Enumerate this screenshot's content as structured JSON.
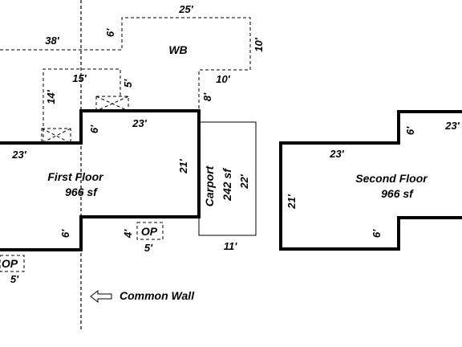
{
  "plan": {
    "first_floor": {
      "name": "First Floor",
      "area": "966 sf"
    },
    "second_floor": {
      "name": "Second Floor",
      "area": "966 sf"
    },
    "carport": {
      "name": "Carport",
      "area": "242 sf"
    },
    "wb": {
      "name": "WB"
    },
    "common_wall": {
      "label": "Common Wall"
    },
    "op_left": {
      "name": "OP"
    },
    "op_mid": {
      "name": "OP"
    }
  },
  "dims": {
    "wb_top": "25'",
    "wb_left_top": "6'",
    "wb_right": "10'",
    "wb_lower_right": "10'",
    "wb_lower_vertical": "8'",
    "wb_long_left": "38'",
    "stair_top": "15'",
    "stair_left": "14'",
    "stair_right": "5'",
    "ff_top": "23'",
    "ff_step_upper": "6'",
    "ff_left": "23'",
    "ff_right": "21'",
    "ff_step_lower": "6'",
    "op_mid_side": "4'",
    "op_mid_bottom": "5'",
    "op_left_bottom": "5'",
    "carport_right": "22'",
    "carport_bottom": "11'",
    "sf_left_top": "23'",
    "sf_left": "21'",
    "sf_step_upper": "6'",
    "sf_right_top": "23'",
    "sf_step_lower": "6'"
  }
}
